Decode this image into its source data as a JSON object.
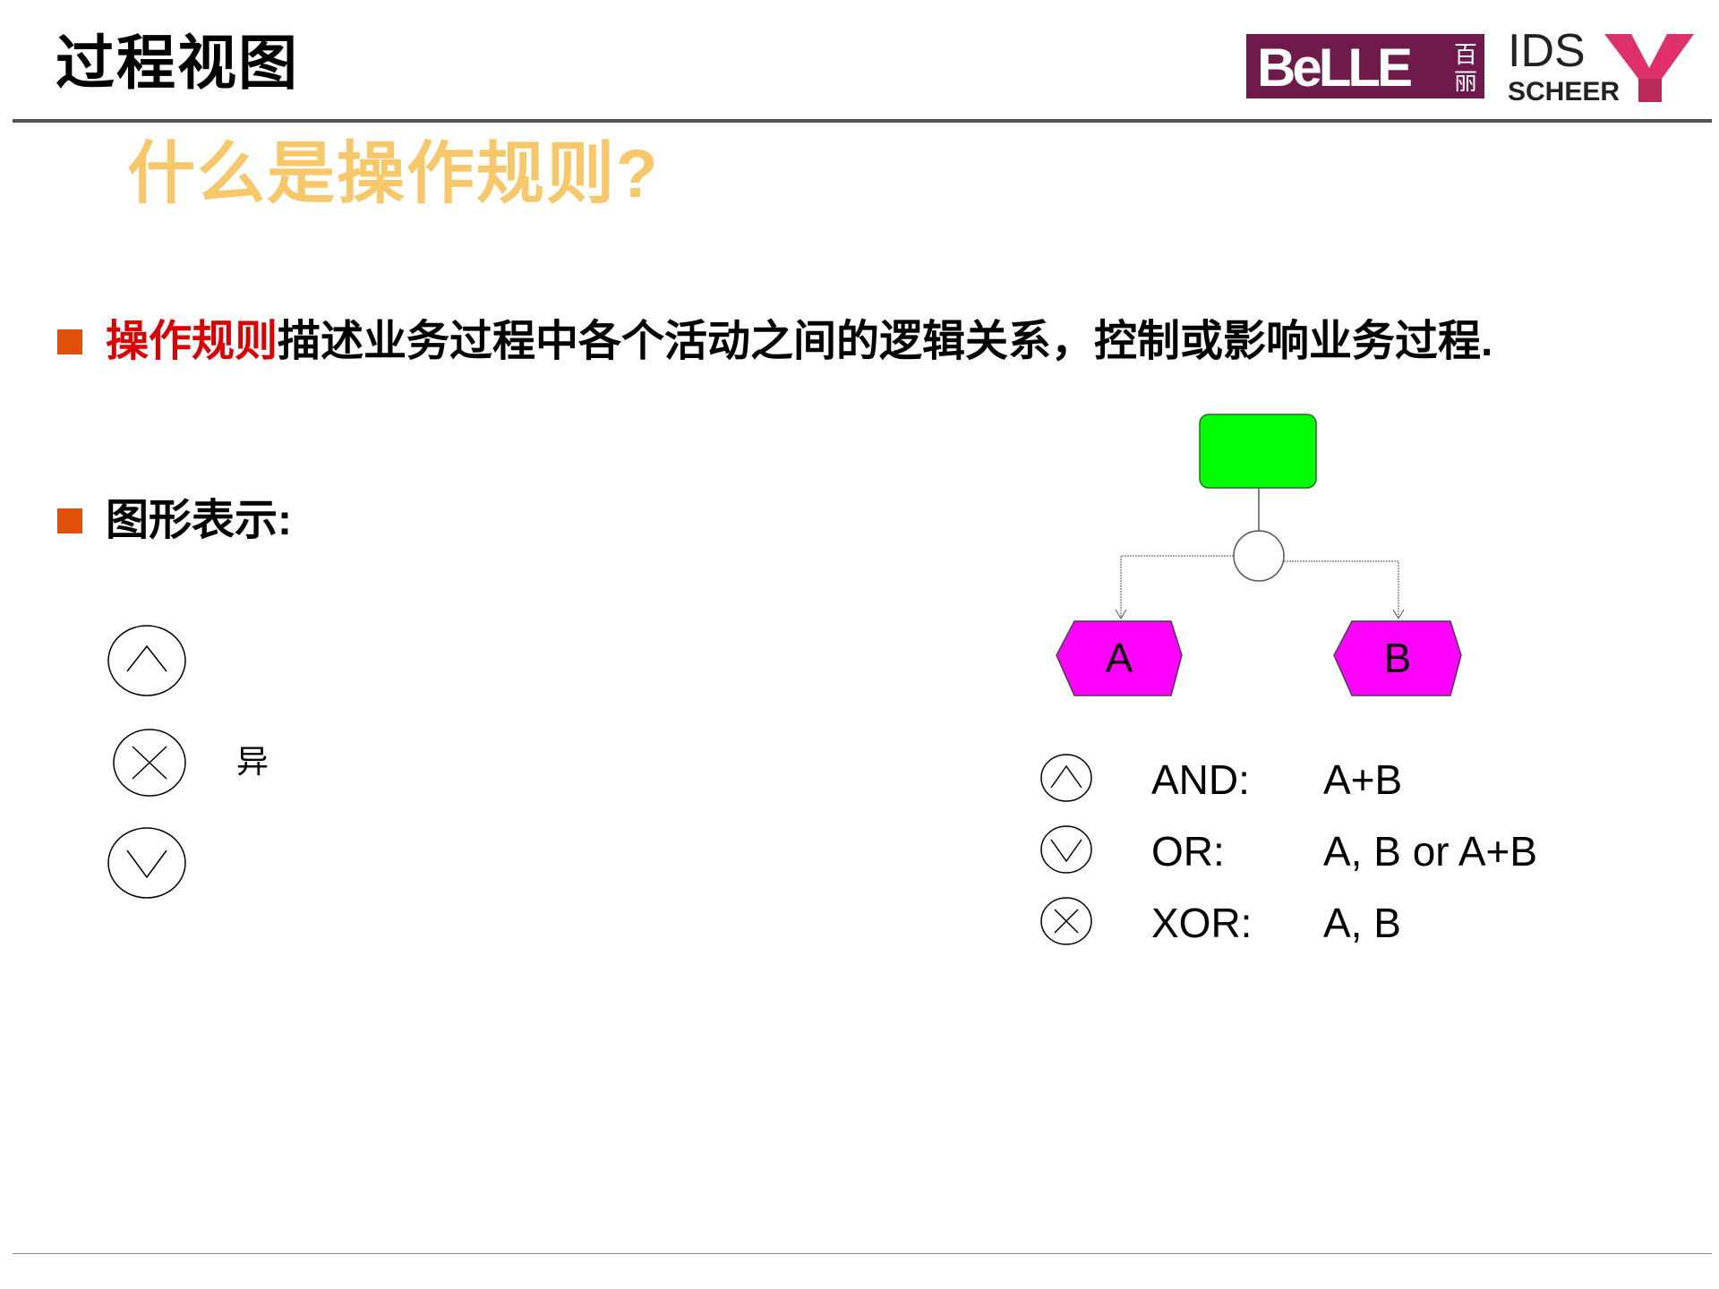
{
  "header": {
    "title": "过程视图",
    "logo_belle_text": "BeLLE",
    "logo_belle_cjk": [
      "百",
      "丽"
    ],
    "logo_ids_text": "IDS",
    "logo_ids_sub": "SCHEER"
  },
  "subtitle": "什么是操作规则?",
  "bullets": [
    {
      "highlight": "操作规则",
      "text": "描述业务过程中各个活动之间的逻辑关系，控制或影响业务过程."
    },
    {
      "highlight": "",
      "text": "图形表示:"
    }
  ],
  "left_symbols": {
    "xor_caption": "异"
  },
  "diagram": {
    "node_a": "A",
    "node_b": "B",
    "start_color": "#00ff00",
    "node_color": "#ff00ff"
  },
  "legend": [
    {
      "icon": "and-gate-icon",
      "label": "AND:",
      "value": "A+B"
    },
    {
      "icon": "or-gate-icon",
      "label": "OR:",
      "value": "A, B or A+B"
    },
    {
      "icon": "xor-gate-icon",
      "label": "XOR:",
      "value": "A, B"
    }
  ],
  "colors": {
    "subtitle": "#f6c86a",
    "bullet": "#e0500a",
    "highlight": "#dd0000",
    "belle_bg": "#6e1a4a",
    "ids_accent": "#e0306a"
  }
}
